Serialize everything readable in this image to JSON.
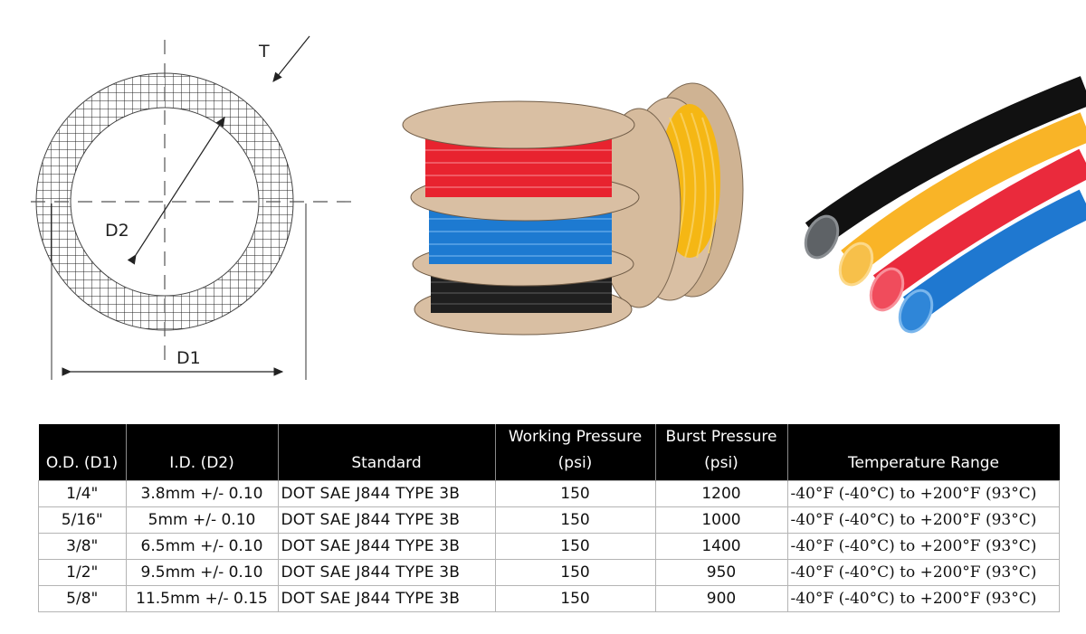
{
  "diagram": {
    "labels": {
      "thickness": "T",
      "inner_diameter": "D2",
      "outer_diameter": "D1"
    }
  },
  "photos": {
    "spools": {
      "colors": [
        "#e8232f",
        "#1d7ad1",
        "#1b1b1b",
        "#f5b714"
      ],
      "cardboard": "#d9bfa3"
    },
    "tubes": {
      "colors": [
        "#111111",
        "#f9b427",
        "#ea2a3c",
        "#1f78d0"
      ]
    }
  },
  "table": {
    "headers": [
      {
        "line1": "",
        "line2": "O.D. (D1)"
      },
      {
        "line1": "",
        "line2": "I.D. (D2)"
      },
      {
        "line1": "",
        "line2": "Standard"
      },
      {
        "line1": "Working Pressure",
        "line2": "(psi)"
      },
      {
        "line1": "Burst Pressure",
        "line2": "(psi)"
      },
      {
        "line1": "",
        "line2": "Temperature Range"
      }
    ],
    "rows": [
      {
        "od": "1/4\"",
        "id": "3.8mm  +/- 0.10",
        "standard": "DOT SAE  J844  TYPE  3B",
        "working": "150",
        "burst": "1200",
        "temp": "-40°F (-40°C) to +200°F (93°C)"
      },
      {
        "od": "5/16\"",
        "id": "5mm  +/- 0.10",
        "standard": "DOT SAE  J844  TYPE  3B",
        "working": "150",
        "burst": "1000",
        "temp": "-40°F (-40°C) to +200°F (93°C)"
      },
      {
        "od": "3/8\"",
        "id": "6.5mm  +/- 0.10",
        "standard": "DOT SAE  J844  TYPE  3B",
        "working": "150",
        "burst": "1400",
        "temp": "-40°F (-40°C) to +200°F (93°C)"
      },
      {
        "od": "1/2\"",
        "id": "9.5mm  +/- 0.10",
        "standard": "DOT SAE  J844  TYPE  3B",
        "working": "150",
        "burst": "950",
        "temp": "-40°F (-40°C) to +200°F (93°C)"
      },
      {
        "od": "5/8\"",
        "id": "11.5mm +/- 0.15",
        "standard": "DOT SAE  J844  TYPE  3B",
        "working": "150",
        "burst": "900",
        "temp": "-40°F (-40°C) to +200°F (93°C)"
      }
    ]
  }
}
